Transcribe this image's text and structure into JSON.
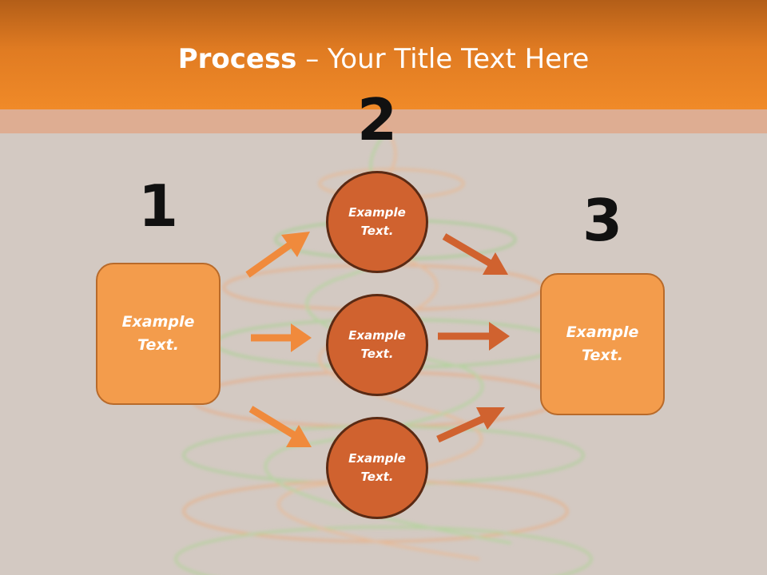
{
  "title": {
    "bold": "Process",
    "rest": " – Your Title Text Here"
  },
  "steps": {
    "num1": "1",
    "num2": "2",
    "num3": "3"
  },
  "nodes": {
    "left_box": "Example Text.",
    "circle_top": "Example Text.",
    "circle_mid": "Example Text.",
    "circle_bottom": "Example Text.",
    "right_box": "Example Text."
  },
  "colors": {
    "header": "#f08a28",
    "box_fill": "#f39c4c",
    "circle_fill": "#d0622f",
    "arrow_left": "#f08a3c",
    "arrow_right": "#d0622f"
  }
}
